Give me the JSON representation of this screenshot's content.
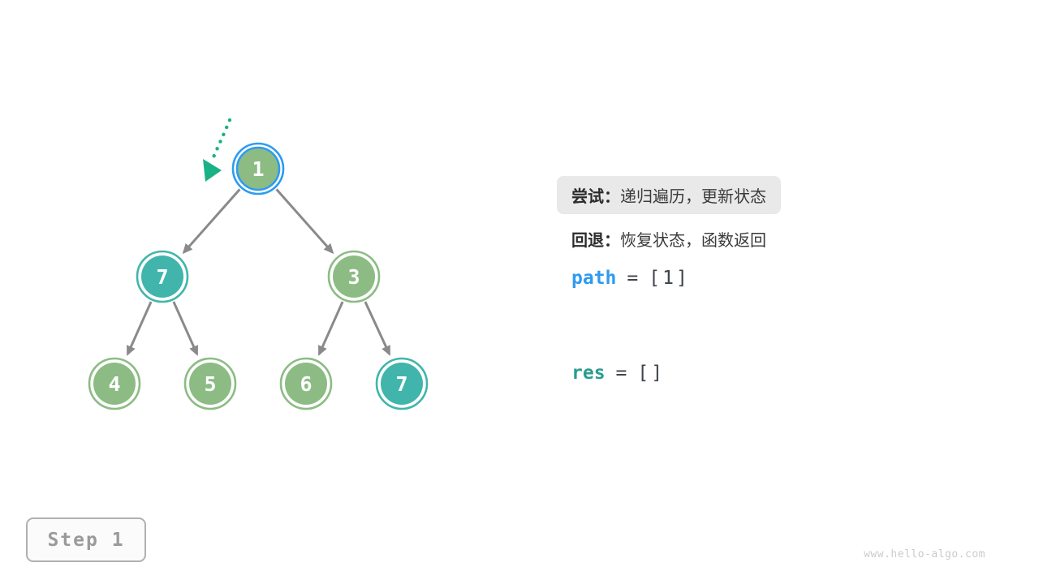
{
  "page": {
    "step_label": "Step 1",
    "watermark": "www.hello-algo.com",
    "background": "#ffffff"
  },
  "panel": {
    "try_line": {
      "label": "尝试：",
      "text": "递归遍历，更新状态",
      "highlighted": true,
      "highlight_color": "#e9e9e9"
    },
    "backtrack_line": {
      "label": "回退：",
      "text": "恢复状态，函数返回",
      "highlighted": false
    },
    "variables": [
      {
        "name": "path",
        "equals": "=",
        "value": "[1]",
        "color": "#2e9bf0"
      },
      {
        "name": "res",
        "equals": "=",
        "value": "[]",
        "color": "#2a9d8f"
      }
    ]
  },
  "tree": {
    "current_node_index": 0,
    "nodes": [
      {
        "value": "1",
        "color": "green",
        "highlighted": true
      },
      {
        "value": "7",
        "color": "teal",
        "highlighted": false
      },
      {
        "value": "3",
        "color": "green",
        "highlighted": false
      },
      {
        "value": "4",
        "color": "green",
        "highlighted": false
      },
      {
        "value": "5",
        "color": "green",
        "highlighted": false
      },
      {
        "value": "6",
        "color": "green",
        "highlighted": false
      },
      {
        "value": "7",
        "color": "teal",
        "highlighted": false
      }
    ],
    "edges": [
      {
        "from": 0,
        "to": 1
      },
      {
        "from": 0,
        "to": 2
      },
      {
        "from": 1,
        "to": 3
      },
      {
        "from": 1,
        "to": 4
      },
      {
        "from": 2,
        "to": 5
      },
      {
        "from": 2,
        "to": 6
      }
    ]
  },
  "colors": {
    "node_green": "#8cbc84",
    "node_teal": "#41b5ac",
    "highlight_ring_blue": "#2e9bf0",
    "edge_gray": "#8a8a8a",
    "pointer_teal": "#19b287",
    "text_dark": "#3a3a3a",
    "code_dark": "#3e4349",
    "step_gray": "#9a9a9a",
    "watermark_gray": "#cbcbcb"
  }
}
